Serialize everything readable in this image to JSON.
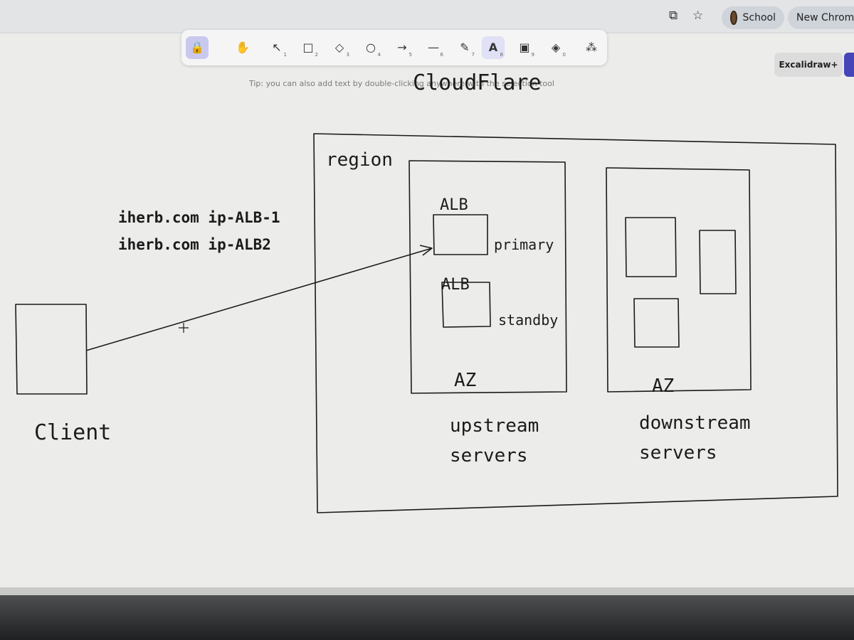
{
  "browser": {
    "school_label": "School",
    "new_chrome_label": "New Chrome available",
    "install_icon": "install-app-icon",
    "star_icon": "star-icon"
  },
  "toolbar": {
    "tools": [
      {
        "name": "lock-icon",
        "glyph": "🔒",
        "key": ""
      },
      {
        "name": "hand-icon",
        "glyph": "✋",
        "key": ""
      },
      {
        "name": "selection-icon",
        "glyph": "↖",
        "key": "1"
      },
      {
        "name": "rectangle-icon",
        "glyph": "□",
        "key": "2"
      },
      {
        "name": "diamond-icon",
        "glyph": "◇",
        "key": "3"
      },
      {
        "name": "ellipse-icon",
        "glyph": "○",
        "key": "4"
      },
      {
        "name": "arrow-icon",
        "glyph": "→",
        "key": "5"
      },
      {
        "name": "line-icon",
        "glyph": "—",
        "key": "6"
      },
      {
        "name": "pencil-icon",
        "glyph": "✎",
        "key": "7"
      },
      {
        "name": "text-icon",
        "glyph": "A",
        "key": "8"
      },
      {
        "name": "image-icon",
        "glyph": "▣",
        "key": "9"
      },
      {
        "name": "eraser-icon",
        "glyph": "◈",
        "key": "0"
      },
      {
        "name": "library-icon",
        "glyph": "⁂",
        "key": ""
      }
    ],
    "active_tool": "text-icon",
    "excalidraw_plus_label": "Excalidraw+"
  },
  "canvas": {
    "tip_text": "Tip: you can also add text by double-clicking anywhere with the selection tool",
    "labels": {
      "cloudflare": "CloudFlare",
      "region": "region",
      "dns_line_1": "iherb.com ip-ALB-1",
      "dns_line_2": "iherb.com ip-ALB2",
      "alb_primary_title": "ALB",
      "alb_standby_title": "ALB",
      "primary": "primary",
      "standby": "standby",
      "az_left": "AZ",
      "az_right": "AZ",
      "client": "Client",
      "upstream_1": "upstream",
      "upstream_2": "servers",
      "downstream_1": "downstream",
      "downstream_2": "servers"
    }
  },
  "colors": {
    "canvas_bg": "#ecedeb",
    "stroke": "#1b1b1b",
    "active_tool_bg": "#c9c9f0",
    "brand_blue": "#4646b8"
  }
}
